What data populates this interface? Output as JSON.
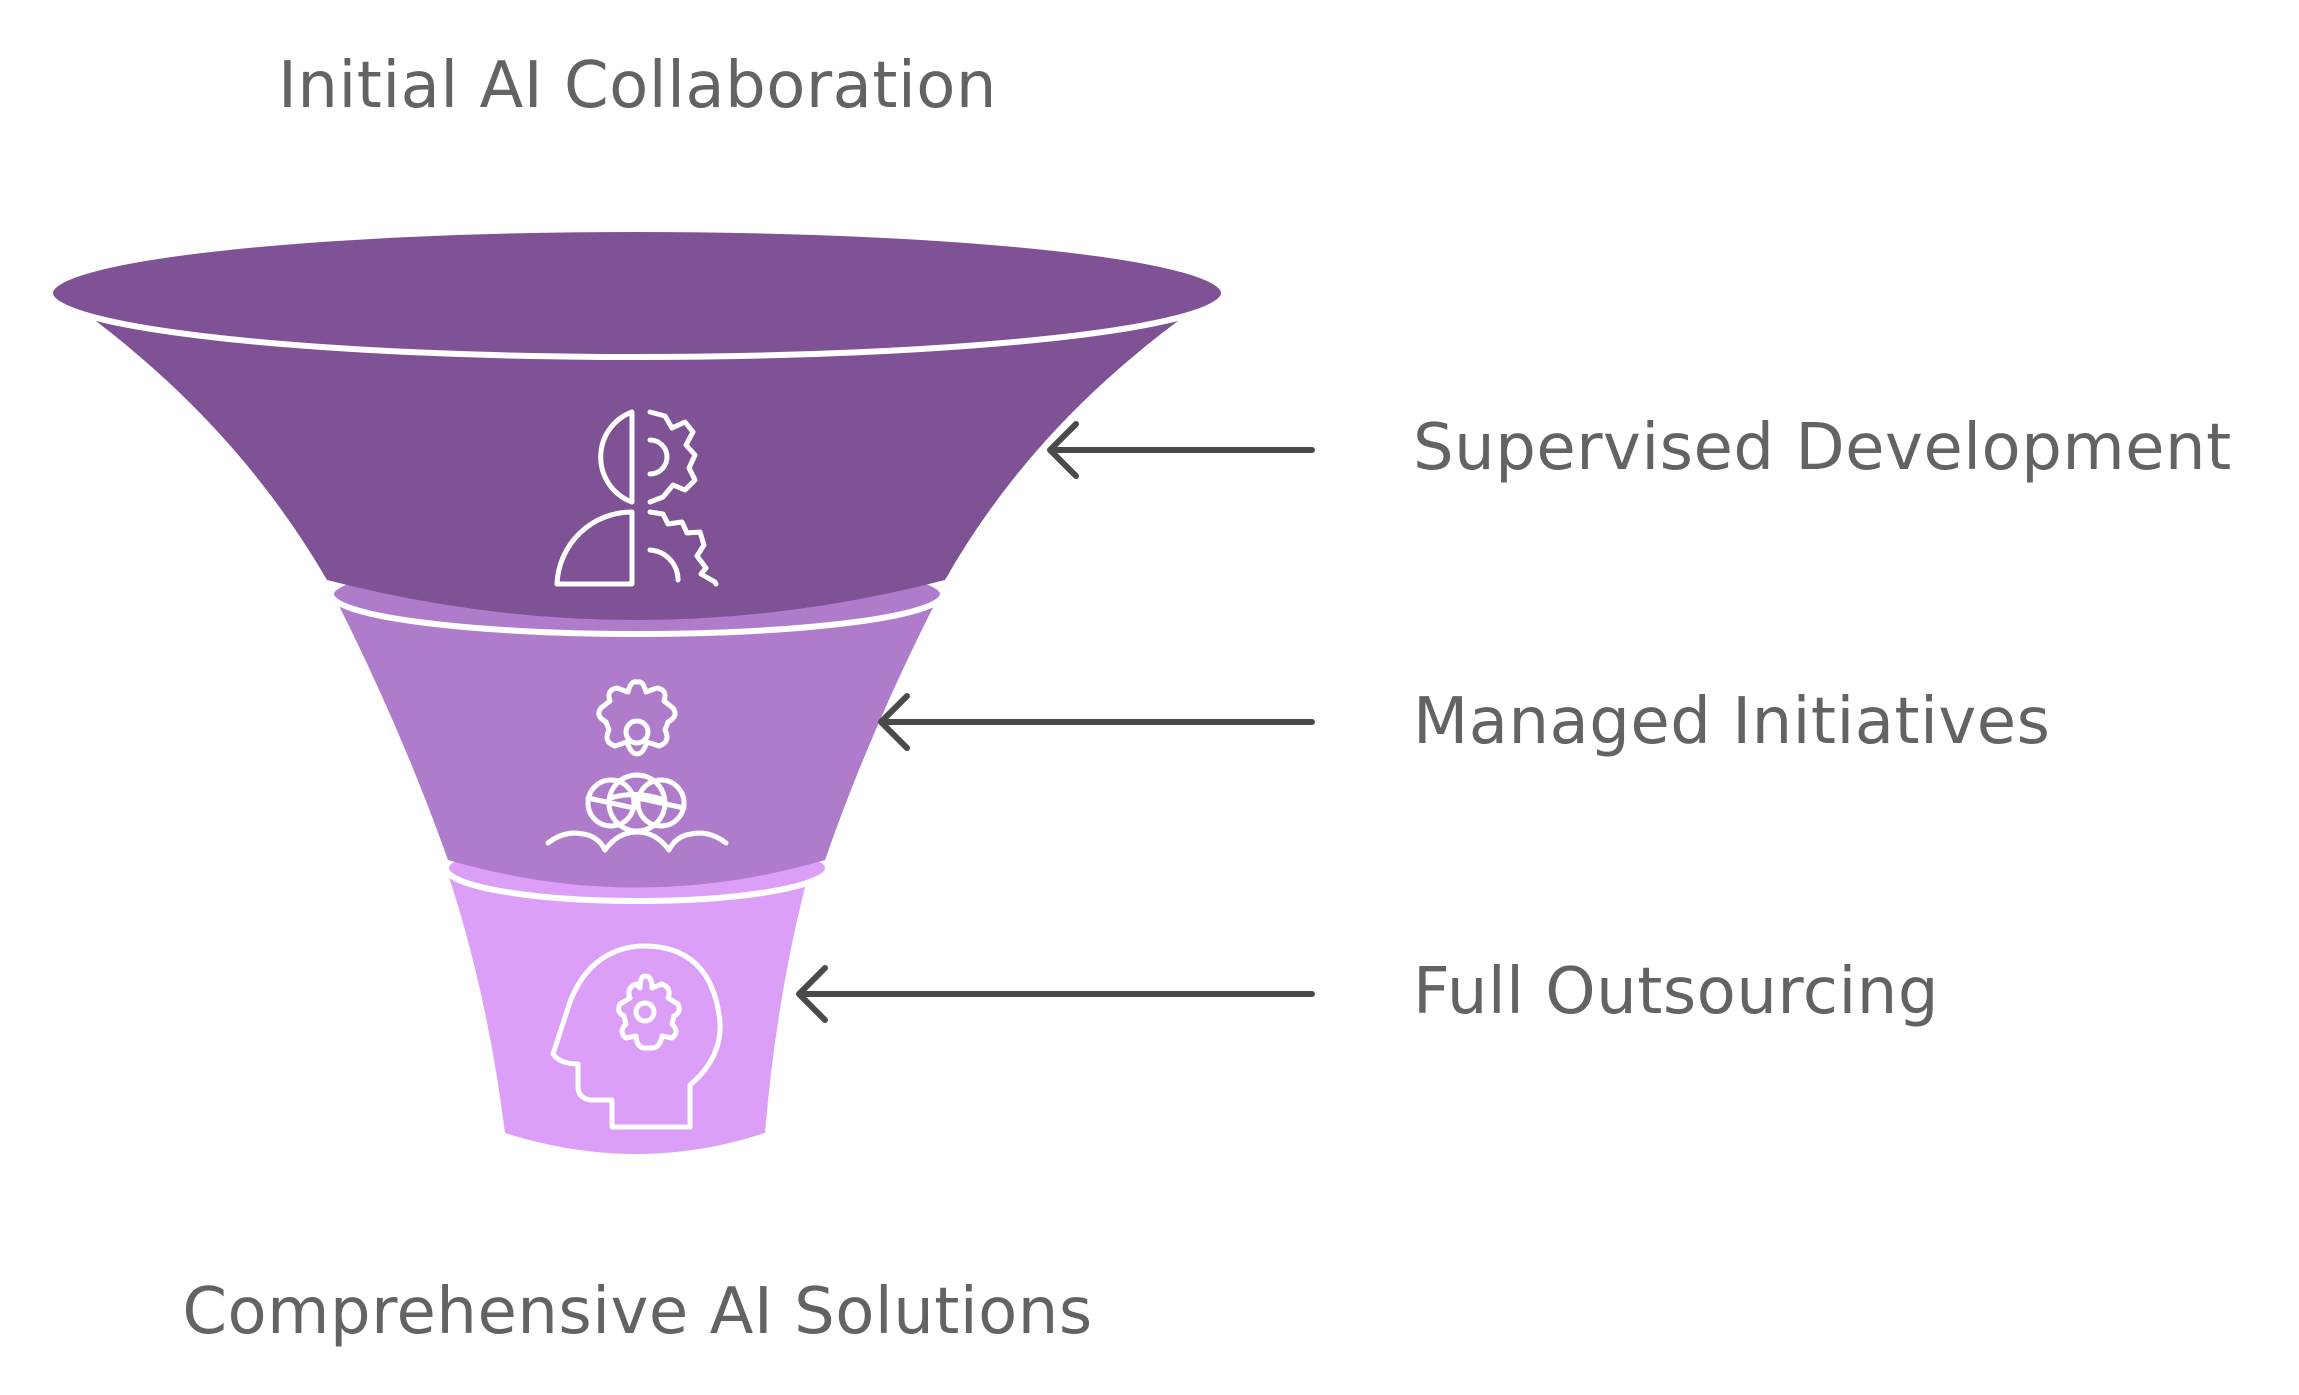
{
  "funnel": {
    "top_label": "Initial AI Collaboration",
    "bottom_label": "Comprehensive AI Solutions",
    "stages": [
      {
        "label": "Supervised Development",
        "color": "#7f5295",
        "icon": "human-gear-icon"
      },
      {
        "label": "Managed Initiatives",
        "color": "#af7bcb",
        "icon": "team-gear-icon"
      },
      {
        "label": "Full Outsourcing",
        "color": "#dc9ff7",
        "icon": "head-gear-icon"
      }
    ]
  },
  "colors": {
    "text": "#636363",
    "arrow": "#4a4a4a",
    "outline": "#ffffff"
  }
}
